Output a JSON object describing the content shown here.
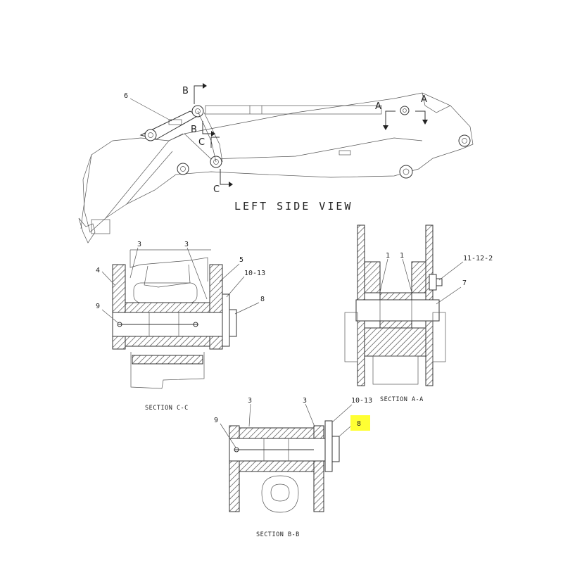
{
  "view_title": "LEFT SIDE VIEW",
  "section_markers": {
    "a_left": "A",
    "a_right": "A",
    "b_top": "B",
    "b_bottom": "B",
    "c_top": "C",
    "c_bottom": "C"
  },
  "side_view_callout": "6",
  "section_cc": {
    "caption": "SECTION C-C",
    "callouts": [
      "3",
      "3",
      "4",
      "5",
      "10-13",
      "9",
      "8"
    ]
  },
  "section_aa": {
    "caption": "SECTION A-A",
    "callouts": [
      "1",
      "1",
      "11-12-2",
      "7"
    ]
  },
  "section_bb": {
    "caption": "SECTION B-B",
    "callouts": [
      "3",
      "3",
      "10-13",
      "9",
      "8"
    ]
  },
  "highlight_color": "#ffff33"
}
